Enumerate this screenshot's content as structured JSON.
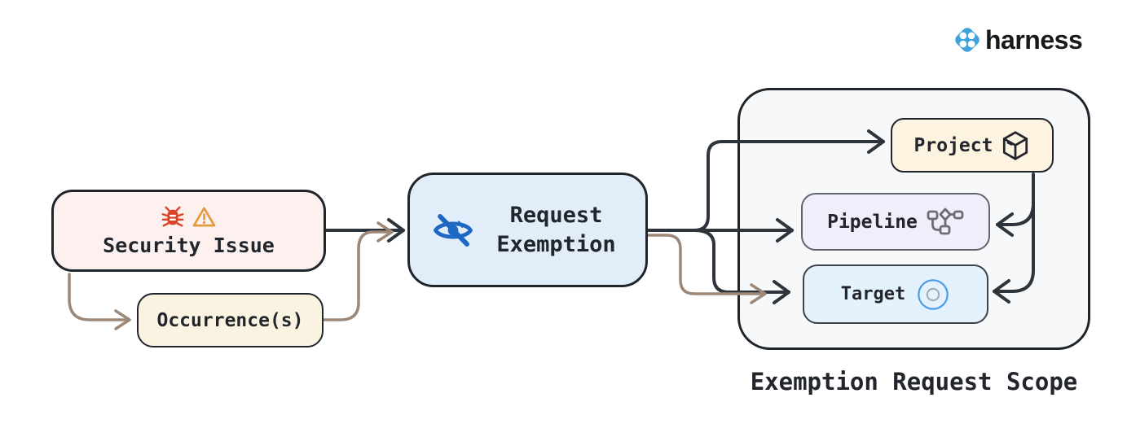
{
  "logo": {
    "wordmark": "harness"
  },
  "nodes": {
    "security_issue": {
      "label": "Security Issue"
    },
    "occurrences": {
      "label": "Occurrence(s)"
    },
    "request_exemption": {
      "label": "Request Exemption"
    },
    "project": {
      "label": "Project"
    },
    "pipeline": {
      "label": "Pipeline"
    },
    "target": {
      "label": "Target"
    }
  },
  "scope": {
    "caption": "Exemption Request Scope"
  },
  "icons": {
    "security_issue": [
      "bug-icon",
      "warning-icon"
    ],
    "request_exemption": "eye-off-icon",
    "project": "package-cube-icon",
    "pipeline": "flowchart-icon",
    "target": "concentric-circles-icon",
    "logo": "harness-clover-icon"
  },
  "colors": {
    "ink": "#20252b",
    "icon_dark": "#22262b",
    "text": "#22262c",
    "arrow_dark": "#2e343b",
    "arrow_brown": "#9d8878",
    "bug_red": "#dc4226",
    "warning_orange": "#e59a3f",
    "eye_blue": "#1c68c3",
    "harness_blue": "#3ea3da",
    "pipeline_icon": "#6a6d74",
    "pipeline_border": "#60646c",
    "target_border": "#3c424a",
    "target_ring_blue": "#4f9fe6",
    "target_ring_gray": "#a6abb2",
    "fill_security": "#fdf1f0",
    "fill_occurrence": "#fbf3e1",
    "fill_exemption": "#e1eefa",
    "fill_scope": "#f7f8fa",
    "fill_project": "#fdf3e1",
    "fill_pipeline": "#f1edfb",
    "fill_target": "#e4f2fd"
  }
}
